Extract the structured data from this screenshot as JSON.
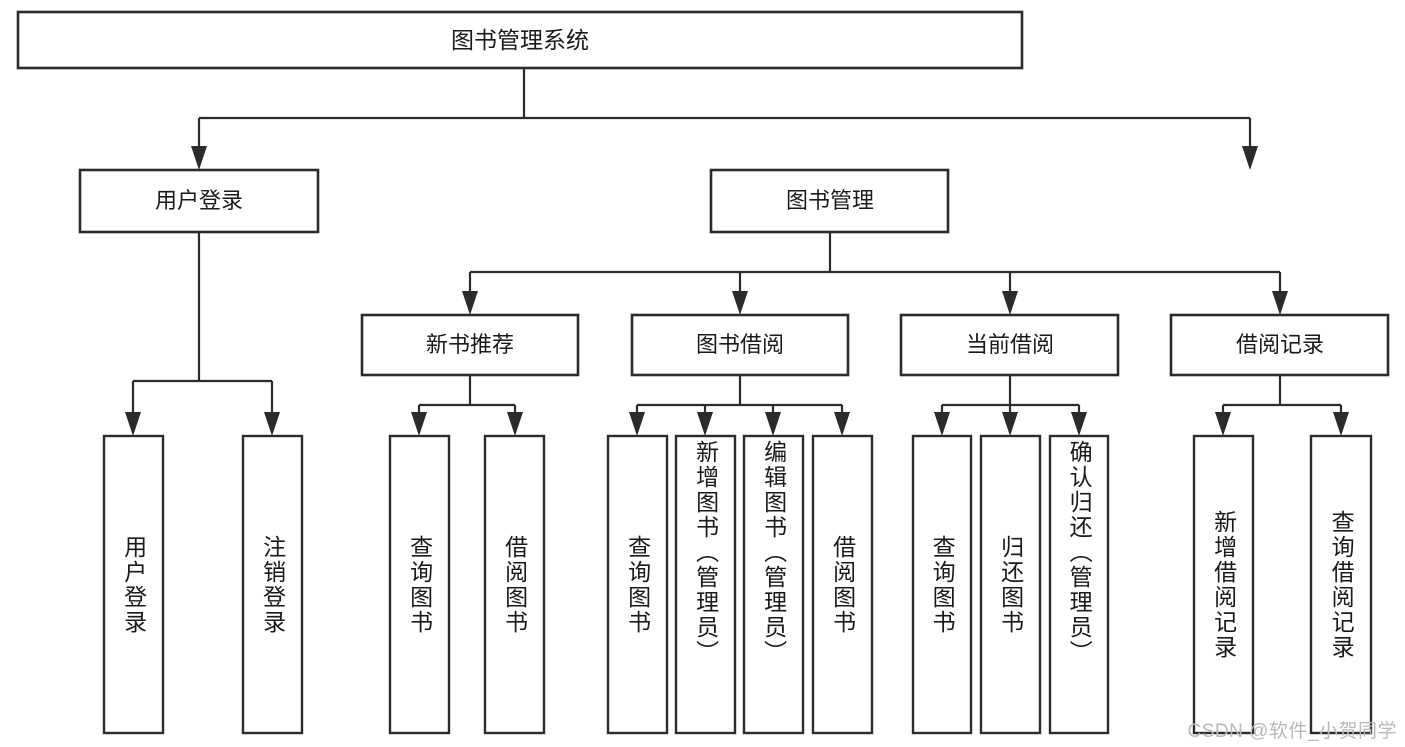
{
  "diagram": {
    "type": "hierarchy-tree",
    "title_node": {
      "label": "图书管理系统"
    },
    "level2": [
      {
        "id": "user-login",
        "label": "用户登录"
      },
      {
        "id": "book-manage",
        "label": "图书管理"
      }
    ],
    "level3": [
      {
        "id": "new-book-recommend",
        "label": "新书推荐"
      },
      {
        "id": "book-borrow",
        "label": "图书借阅"
      },
      {
        "id": "current-borrow",
        "label": "当前借阅"
      },
      {
        "id": "borrow-record",
        "label": "借阅记录"
      }
    ],
    "leaves": {
      "user_login": [
        {
          "id": "leaf-user-login",
          "label": "用户登录"
        },
        {
          "id": "leaf-logout-login",
          "label": "注销登录"
        }
      ],
      "new_book_recommend": [
        {
          "id": "leaf-query-book-1",
          "label": "查询图书"
        },
        {
          "id": "leaf-borrow-book-1",
          "label": "借阅图书"
        }
      ],
      "book_borrow": [
        {
          "id": "leaf-query-book-2",
          "label": "查询图书"
        },
        {
          "id": "leaf-add-book",
          "label": "新增图书（管理员）"
        },
        {
          "id": "leaf-edit-book",
          "label": "编辑图书（管理员）"
        },
        {
          "id": "leaf-borrow-book-2",
          "label": "借阅图书"
        }
      ],
      "current_borrow": [
        {
          "id": "leaf-query-book-3",
          "label": "查询图书"
        },
        {
          "id": "leaf-return-book",
          "label": "归还图书"
        },
        {
          "id": "leaf-confirm-return",
          "label": "确认归还（管理员）"
        }
      ],
      "borrow_record": [
        {
          "id": "leaf-add-record",
          "label": "新增借阅记录"
        },
        {
          "id": "leaf-query-record",
          "label": "查询借阅记录"
        }
      ]
    },
    "colors": {
      "box_stroke": "#2b2b2b",
      "box_fill": "#ffffff",
      "connector": "#2b2b2b",
      "text": "#1a1a1a",
      "background": "#ffffff",
      "watermark": "#b9b9b9"
    }
  },
  "watermark": {
    "text": "CSDN @软件_小贺同学"
  }
}
